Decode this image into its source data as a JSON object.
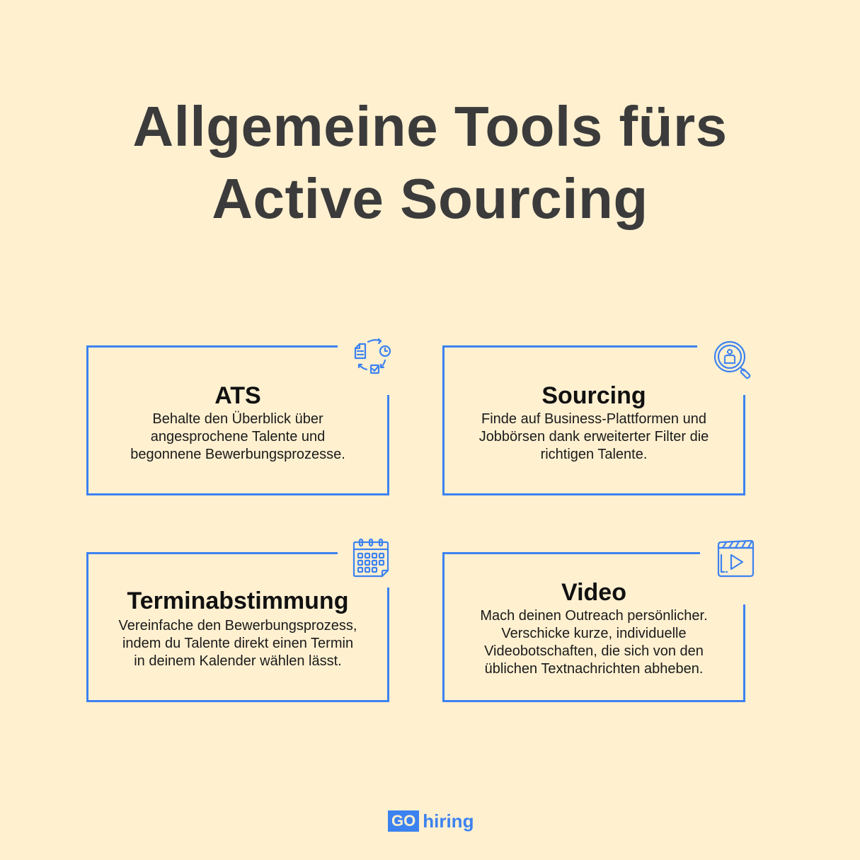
{
  "title": {
    "line1": "Allgemeine Tools fürs",
    "line2": "Active Sourcing"
  },
  "colors": {
    "background": "#fff0d0",
    "accent": "#3c82f0",
    "title": "#3b3b3b"
  },
  "cards": [
    {
      "icon": "ats-workflow-icon",
      "heading": "ATS",
      "lines": [
        "Behalte den Überblick über",
        "angesprochene Talente und",
        "begonnene Bewerbungsprozesse."
      ]
    },
    {
      "icon": "search-person-icon",
      "heading": "Sourcing",
      "lines": [
        "Finde auf Business-Plattformen und",
        "Jobbörsen dank erweiterter Filter die",
        "richtigen Talente."
      ]
    },
    {
      "icon": "calendar-icon",
      "heading": "Terminabstimmung",
      "lines": [
        "Vereinfache den Bewerbungsprozess,",
        "indem du Talente direkt einen Termin",
        "in deinem Kalender wählen lässt."
      ]
    },
    {
      "icon": "video-clapper-icon",
      "heading": "Video",
      "lines": [
        "Mach deinen Outreach persönlicher.",
        "Verschicke kurze, individuelle",
        "Videobotschaften, die sich von den",
        "üblichen Textnachrichten abheben."
      ]
    }
  ],
  "logo": {
    "go": "GO",
    "hiring": "hiring"
  }
}
